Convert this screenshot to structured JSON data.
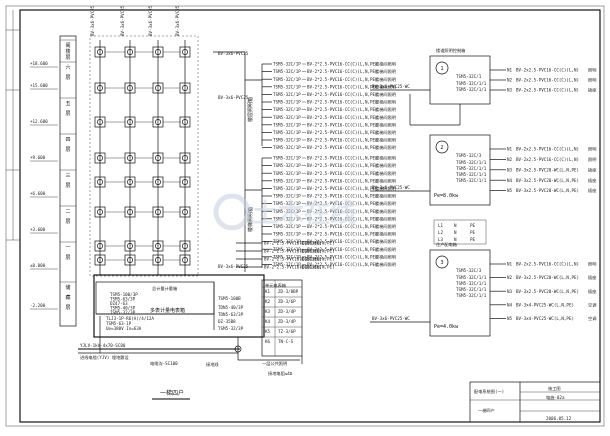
{
  "floors": [
    "阁楼层",
    "六层",
    "五层",
    "四层",
    "三层",
    "二层",
    "一层",
    "储藏层"
  ],
  "elevations": [
    "+18.600",
    "+15.600",
    "+12.600",
    "+9.600",
    "+6.600",
    "+3.600",
    "±0.000",
    "-2.200"
  ],
  "column_feeders": [
    "BV-3x6-PVC25",
    "BV-3x6-PVC25",
    "BV-3x6-PVC25",
    "BV-3x6-PVC25"
  ],
  "riser_labels": {
    "top": "BV-3x6-PVC25",
    "mid": "BV-3x6-PVC25",
    "bot": "BV-3x6-PVC25"
  },
  "group_titles": {
    "upper": "楼层照明箱",
    "lower": "楼梯照明箱"
  },
  "branch_lines": {
    "breaker": "TSM5-32C/1P",
    "cable": "BV-2*2.5-PVC16-CC(C)(L,N,PE)",
    "note": "楼梯间照明"
  },
  "main_box": {
    "title": "总计量计量箱",
    "rows": [
      "TSM5-100/3P",
      "TSM5-63/3P",
      "DZ47-63",
      "TSM5-40/3P",
      "TSM5-32/3P"
    ],
    "subtitle": "多表计量电表箱",
    "right_title": "TSM5-100B",
    "right_rows": [
      "TDN5-40/3P",
      "TDN5-63/3P",
      "DZ-35B8",
      "TSM5-32/3P"
    ]
  },
  "feeder_table": {
    "header": "单元电表箱",
    "rows": [
      [
        "K1",
        "ZD-3/8BP"
      ],
      [
        "K2",
        "ZD-3/6P"
      ],
      [
        "K3",
        "ZD-3/4P"
      ],
      [
        "K4",
        "ZD-3/4P"
      ],
      [
        "K5",
        "TZ-3/6P"
      ],
      [
        "K6",
        "TN-C-S"
      ]
    ]
  },
  "incoming": {
    "line1": "YJLV-1kV-4x70-SC80",
    "line2": "进线电缆(YJV) 埋地敷设",
    "line3": "电缆沟-SC100",
    "ground": "接地线"
  },
  "main_feed_notes": [
    "TLJ3-1P-R6(A)/4/12A",
    "TSM5-63-1P",
    "Ue=380V  In=63A"
  ],
  "right_bottom_note": "一层公共照明",
  "right_bottom_note2": "接地电阻≤4Ω",
  "panels": [
    {
      "id": "panel-1",
      "circle_label": "1",
      "title": "楼道照明控制箱",
      "breaker": "TSM5-32C/1",
      "sub": [
        "TSM5-32C/1/1",
        "TSM5-32C/1/1"
      ],
      "pe": "",
      "feed": "BV-3x6-PVC25-WC",
      "outs": [
        [
          "N1",
          "BV-2x2.5-PVC16-CC(C)(L,N)",
          "照明"
        ],
        [
          "N2",
          "BV-2x2.5-PVC16-CC(C)(L,N)",
          "照明"
        ],
        [
          "N3",
          "BV-2x2.5-PVC16-CC(C)(L,N)",
          "插座"
        ]
      ]
    },
    {
      "id": "panel-2",
      "circle_label": "2",
      "title": "",
      "breaker": "TSM5-32C/3",
      "sub": [
        "TSM5-32C/1/1",
        "TSM5-32C/1/1",
        "TSM5-32C/1/1",
        "TSM5-32C/1/1"
      ],
      "pe": "Pe=8.0kw",
      "feed": "BV-3x6-PVC25-WC",
      "outs": [
        [
          "N1",
          "BV-2x2.5-PVC16-CC(C)(L,N)",
          "照明"
        ],
        [
          "N2",
          "BV-2x2.5-PVC16-CC(C)(L,N)",
          "照明"
        ],
        [
          "N3",
          "BV-3x2.5-PVC20-WC(L,N,PE)",
          "插座"
        ],
        [
          "N4",
          "BV-3x2.5-PVC20-WC(L,N,PE)",
          "插座"
        ],
        [
          "N5",
          "BV-3x2.5-PVC20-WC(L,N,PE)",
          "插座"
        ]
      ]
    },
    {
      "id": "panel-3",
      "circle_label": "3",
      "title": "住户配电箱",
      "breaker": "TSM5-32C/3",
      "sub": [
        "TSM5-32C/1/1",
        "TSM5-32C/1/1",
        "TSM5-32C/1/1",
        "TSM5-32C/1/1"
      ],
      "pe": "Pe=4.0kw",
      "feed": "BV-3x6-PVC25-WC",
      "phase_table": [
        [
          "L1",
          "N",
          "PE"
        ],
        [
          "L2",
          "N",
          "PE"
        ],
        [
          "L3",
          "N",
          "PE"
        ]
      ],
      "outs": [
        [
          "N1",
          "BV-2x2.5-PVC16-CC(C)(L,N)",
          "照明"
        ],
        [
          "N2",
          "BV-3x2.5-PVC20-WC(L,N,PE)",
          "插座"
        ],
        [
          "N3",
          "BV-3x2.5-PVC20-WC(L,N,PE)",
          "插座"
        ],
        [
          "N4",
          "BV-3x4-PVC25-WC(L,N,PE)",
          "空调"
        ],
        [
          "N5",
          "BV-3x4-PVC25-WC(L,N,PE)",
          "空调"
        ]
      ]
    }
  ],
  "diagram_caption": "一梯四户",
  "title_block": {
    "project": "配电系统图(一)",
    "sub": "一梯四户",
    "company": "施工图",
    "sheet": "电施-02a",
    "date": "2006.05.12"
  },
  "watermark": "土木在线",
  "colors": {
    "line": "#111111",
    "watermark": "#cfd8e6"
  }
}
